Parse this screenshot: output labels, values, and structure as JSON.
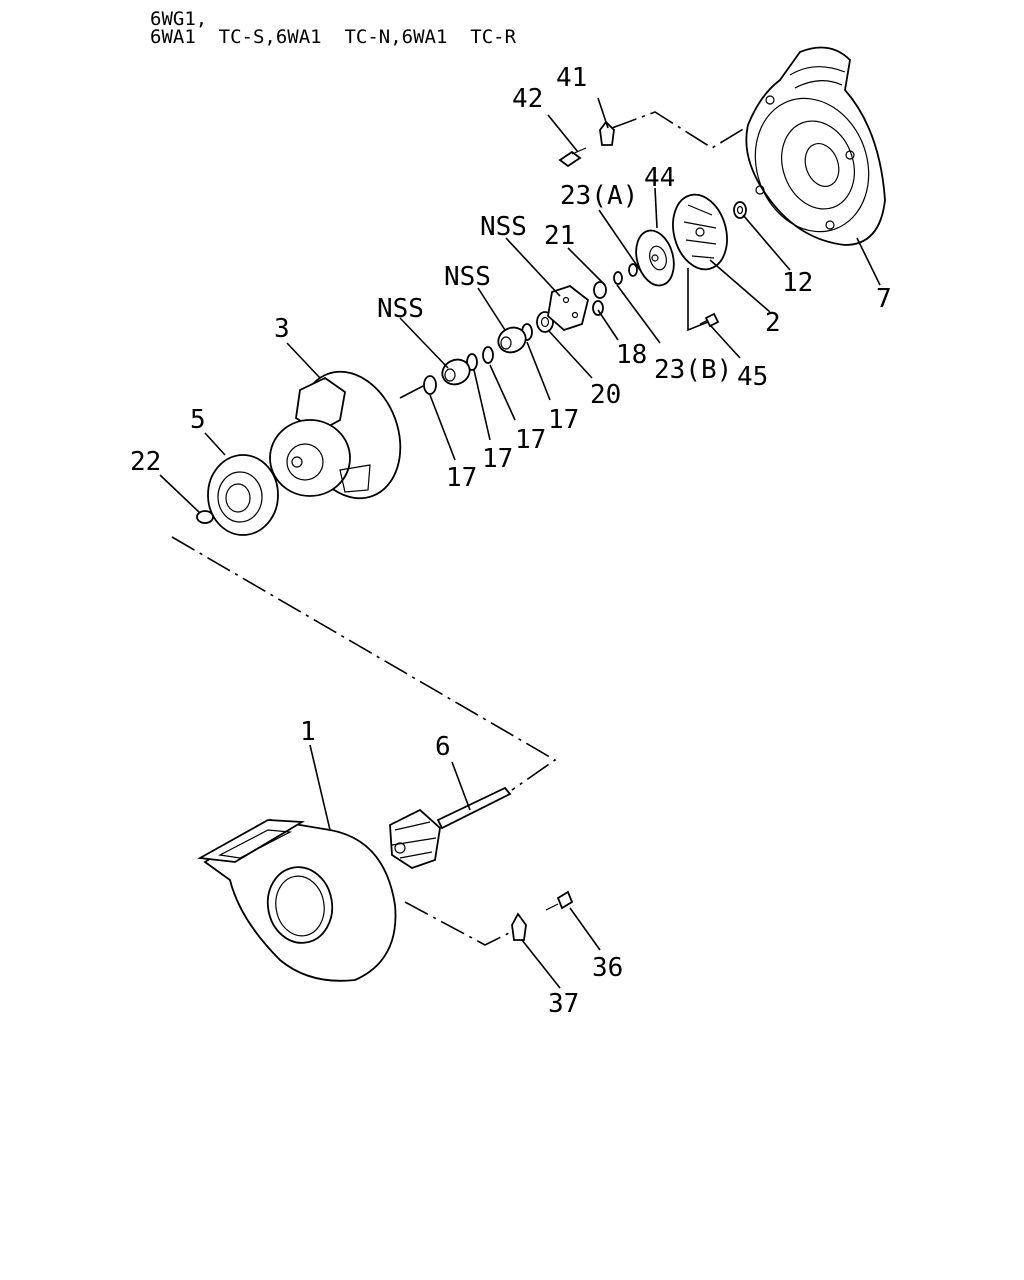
{
  "header": {
    "line1": "6WG1,",
    "line2": "6WA1  TC-S,6WA1  TC-N,6WA1  TC-R"
  },
  "callouts": {
    "c1": "1",
    "c2": "2",
    "c3": "3",
    "c5": "5",
    "c6": "6",
    "c7": "7",
    "c12": "12",
    "c17a": "17",
    "c17b": "17",
    "c17c": "17",
    "c17d": "17",
    "c18": "18",
    "c20": "20",
    "c21": "21",
    "c22": "22",
    "c23a": "23(A)",
    "c23b": "23(B)",
    "c36": "36",
    "c37": "37",
    "c41": "41",
    "c42": "42",
    "c44": "44",
    "c45": "45",
    "nss1": "NSS",
    "nss2": "NSS",
    "nss3": "NSS"
  }
}
